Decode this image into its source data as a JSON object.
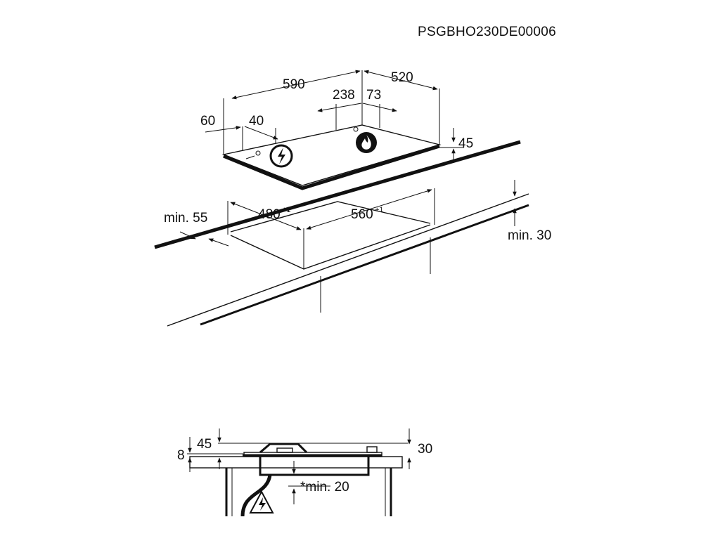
{
  "document_code": "PSGBHO230DE00006",
  "top_view": {
    "width": "590",
    "depth": "520",
    "offset_238": "238",
    "offset_73": "73",
    "offset_60": "60",
    "offset_40": "40",
    "height": "45",
    "cutout_width": "560",
    "cutout_width_tol": "+1",
    "cutout_depth": "480",
    "cutout_depth_tol": "+1",
    "min_front": "min. 55",
    "min_worktop": "min. 30",
    "icons": [
      "electric-symbol-icon",
      "gas-flame-icon"
    ]
  },
  "side_view": {
    "dim_45": "45",
    "dim_8": "8",
    "dim_30": "30",
    "dim_min20": "*min. 20",
    "icons": [
      "electric-symbol-icon"
    ]
  }
}
